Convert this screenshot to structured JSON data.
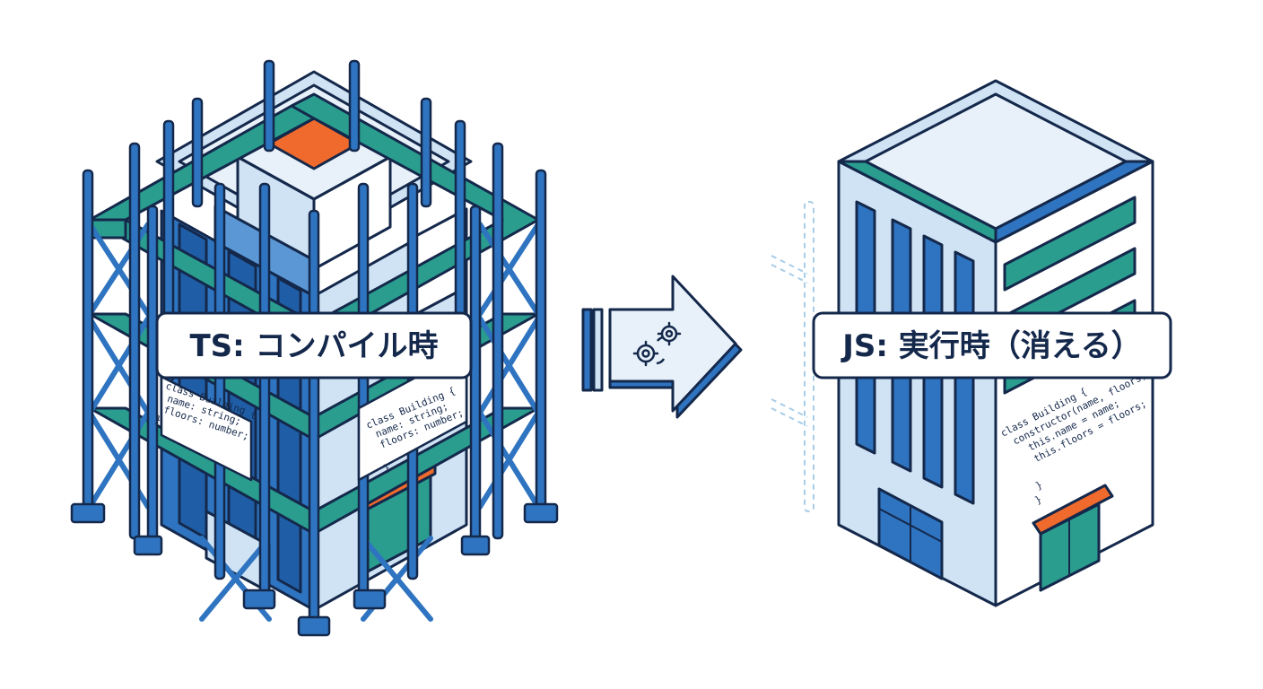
{
  "labels": {
    "ts_label": "TS: コンパイル時",
    "js_label": "JS: 実行時（消える）"
  },
  "code": {
    "ts_front": [
      "class Building {",
      "name: string;",
      "floors: number;",
      "}"
    ],
    "ts_side": [
      "class Building {",
      "name: string;",
      "floors: number;",
      "}"
    ],
    "js": [
      "class Building {",
      "constructor(name, floors) {",
      "this.name = name;",
      "this.floors = floors;",
      "}",
      "}"
    ]
  },
  "icons": {
    "arrow": "right-arrow-icon",
    "gears": "gears-icon"
  },
  "colors": {
    "outline": "#14284b",
    "blue": "#2f74c0",
    "light_blue": "#cfe3f4",
    "pale": "#e8f1f9",
    "teal": "#2a9d8f",
    "orange": "#ef6a2c",
    "white": "#ffffff"
  }
}
